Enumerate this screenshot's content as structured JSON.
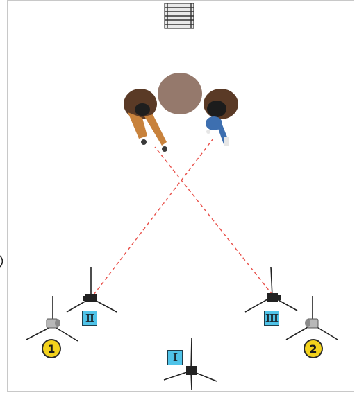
{
  "cameras": [
    {
      "id": "cam-1",
      "label": "I"
    },
    {
      "id": "cam-2",
      "label": "II"
    },
    {
      "id": "cam-3",
      "label": "III"
    }
  ],
  "lights": [
    {
      "id": "light-1",
      "label": "1"
    },
    {
      "id": "light-2",
      "label": "2"
    }
  ],
  "colors": {
    "camera_label_fill": "#4fc3e8",
    "light_label_fill": "#f3d21c",
    "sightline": "#e8504a",
    "table": "#8a6a5c",
    "subject_left_pants": "#c8823c",
    "subject_right_pants": "#3d6fb0"
  },
  "icons": [
    "stairs-icon",
    "table-icon",
    "person-icon",
    "tripod-camera-icon",
    "tripod-light-icon"
  ]
}
